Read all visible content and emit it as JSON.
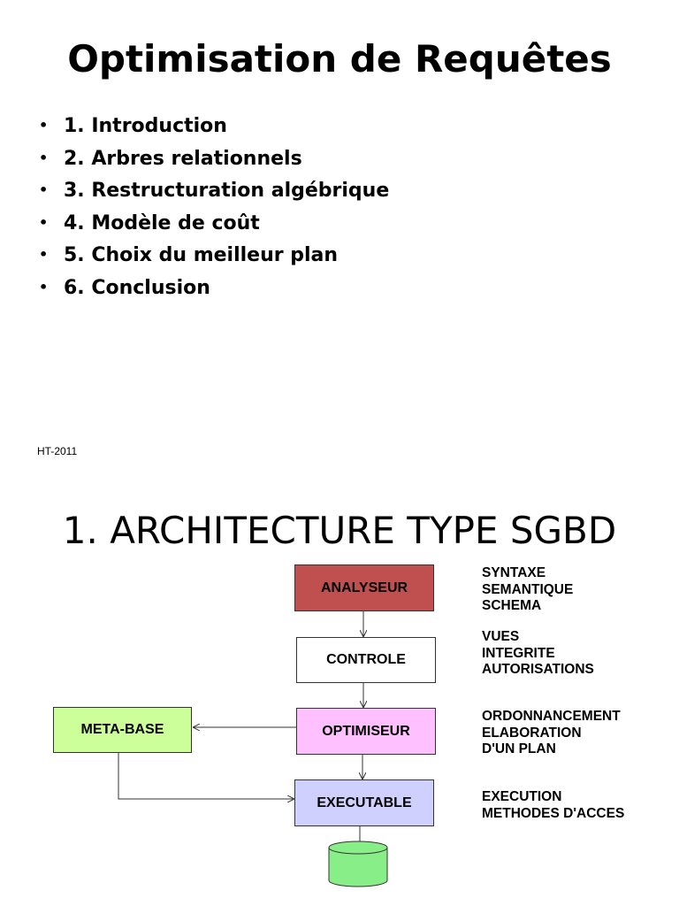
{
  "slide1": {
    "title": "Optimisation de Requêtes",
    "bullet_glyph": "•",
    "items": [
      "1. Introduction",
      "2. Arbres relationnels",
      "3. Restructuration algébrique",
      "4. Modèle de coût",
      "5. Choix du meilleur plan",
      "6. Conclusion"
    ],
    "footer": "HT-2011"
  },
  "slide2": {
    "title": "1. ARCHITECTURE TYPE SGBD",
    "boxes": {
      "analyseur": "ANALYSEUR",
      "controle": "CONTROLE",
      "optimiseur": "OPTIMISEUR",
      "executable": "EXECUTABLE",
      "metabase": "META-BASE"
    },
    "notes": {
      "analyseur": [
        "SYNTAXE",
        "SEMANTIQUE",
        "SCHEMA"
      ],
      "controle": [
        "VUES",
        "INTEGRITE",
        "AUTORISATIONS"
      ],
      "optimiseur": [
        "ORDONNANCEMENT",
        "ELABORATION",
        "D'UN PLAN"
      ],
      "executable": [
        "EXECUTION",
        "METHODES D'ACCES"
      ]
    },
    "colors": {
      "analyseur": "#c05050",
      "controle": "#ffffff",
      "optimiseur": "#ffc0ff",
      "executable": "#d0d0ff",
      "metabase": "#ccff99",
      "database": "#88ee88"
    },
    "database_icon": "database-cylinder-icon"
  }
}
